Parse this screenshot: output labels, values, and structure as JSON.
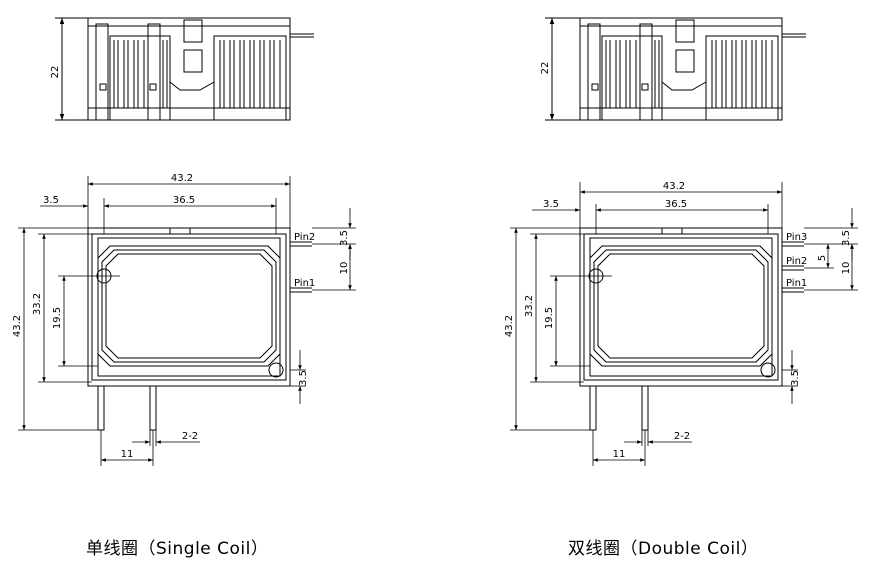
{
  "single": {
    "caption": "单线圈（Single Coil）",
    "height_dim": "22",
    "width_dim": "43.2",
    "inner_width_dim": "36.5",
    "left_offset_dim": "3.5",
    "total_height_dim": "43.2",
    "body_height_dim": "33.2",
    "hole_height_dim": "19.5",
    "pin_gap_dim": "10",
    "top_pin_dim": "3.5",
    "bottom_pin_dim": "3.5",
    "pin_pitch_dim": "11",
    "pin_size_dim": "2-2",
    "pins": [
      "Pin2",
      "Pin1"
    ]
  },
  "double": {
    "caption": "双线圈（Double Coil）",
    "height_dim": "22",
    "width_dim": "43.2",
    "inner_width_dim": "36.5",
    "left_offset_dim": "3.5",
    "total_height_dim": "43.2",
    "body_height_dim": "33.2",
    "hole_height_dim": "19.5",
    "pin_gap_dim": "10",
    "pin_mid_dim": "5",
    "top_pin_dim": "3.5",
    "bottom_pin_dim": "3.5",
    "pin_pitch_dim": "11",
    "pin_size_dim": "2-2",
    "pins": [
      "Pin3",
      "Pin2",
      "Pin1"
    ]
  }
}
